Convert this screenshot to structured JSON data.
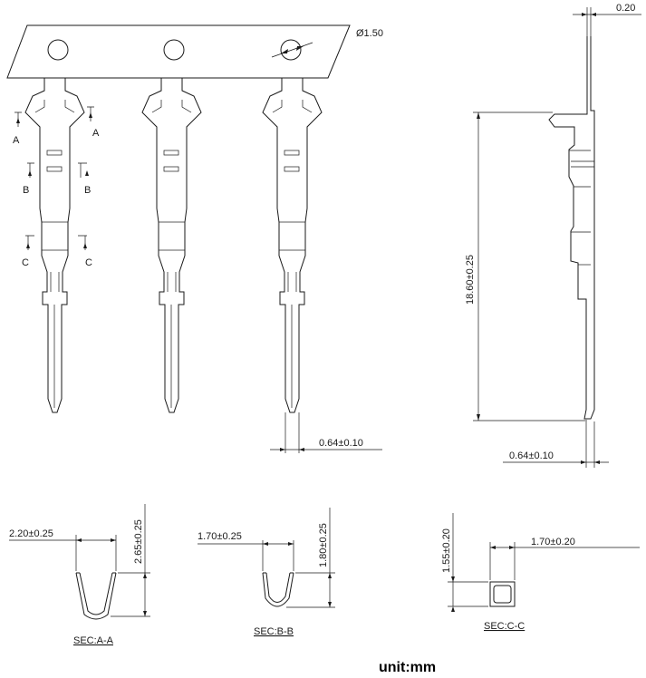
{
  "labels": {
    "hole_diameter": "Ø1.50",
    "thickness": "0.20",
    "length": "18.60±0.25",
    "pin_width_front": "0.64±0.10",
    "pin_width_side": "0.64±0.10",
    "sec_a_width": "2.20±0.25",
    "sec_a_height": "2.65±0.25",
    "sec_b_width": "1.70±0.25",
    "sec_b_height": "1.80±0.25",
    "sec_c_height": "1.55±0.20",
    "sec_c_width": "1.70±0.20",
    "sec_a_title": "SEC:A-A",
    "sec_b_title": "SEC:B-B",
    "sec_c_title": "SEC:C-C",
    "unit": "unit:mm"
  },
  "section_marks": {
    "a": "A",
    "b": "B",
    "c": "C"
  }
}
